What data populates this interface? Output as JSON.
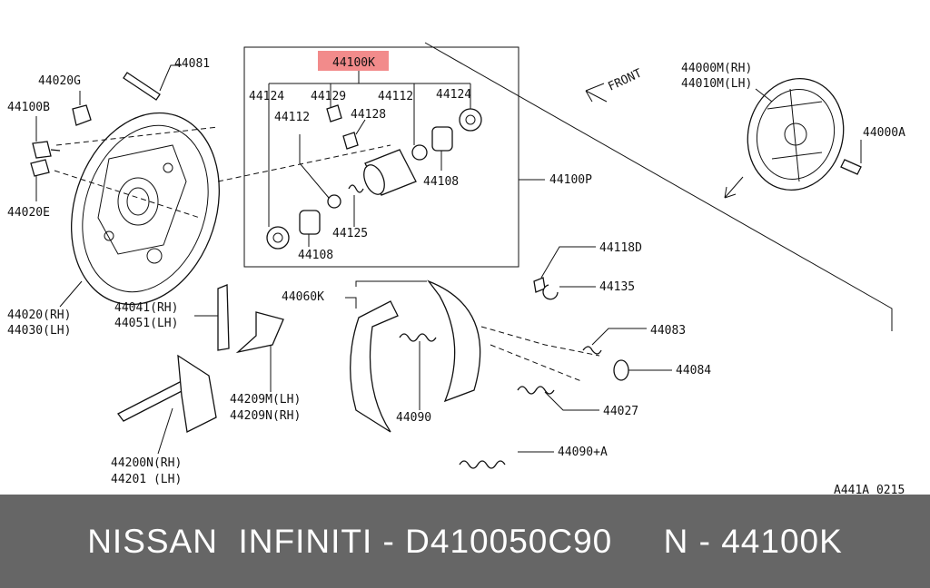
{
  "diagram": {
    "highlight_label": "44100K",
    "highlight_color": "#f28b8b",
    "labels": {
      "p44081": "44081",
      "p44020G": "44020G",
      "p44100B": "44100B",
      "p44020E": "44020E",
      "p44020": "44020(RH)",
      "p44030": "44030(LH)",
      "p44124a": "44124",
      "p44129": "44129",
      "p44112a": "44112",
      "p44124b": "44124",
      "p44112b": "44112",
      "p44128": "44128",
      "p44108a": "44108",
      "p44108b": "44108",
      "p44125": "44125",
      "p44100P": "44100P",
      "p44000M": "44000M(RH)",
      "p44010M": "44010M(LH)",
      "p44000A": "44000A",
      "front": "FRONT",
      "p44118D": "44118D",
      "p44135": "44135",
      "p44060K": "44060K",
      "p44041": "44041(RH)",
      "p44051": "44051(LH)",
      "p44083": "44083",
      "p44084": "44084",
      "p44209M": "44209M(LH)",
      "p44209N": "44209N(RH)",
      "p44090": "44090",
      "p44027": "44027",
      "p44090A": "44090+A",
      "p44200N": "44200N(RH)",
      "p44201": "44201  (LH)",
      "code": "A441A 0215"
    }
  },
  "banner": {
    "text": "NISSAN  INFINITI - D410050C90     N - 44100K",
    "background": "#666666"
  }
}
